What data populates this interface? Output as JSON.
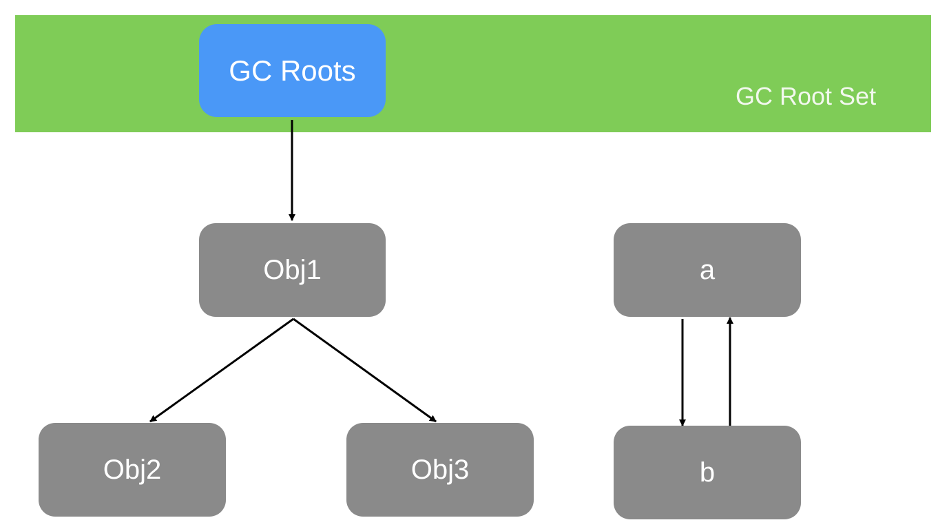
{
  "band": {
    "label": "GC Root Set",
    "color": "#7fcc57"
  },
  "nodes": {
    "gc_roots": "GC Roots",
    "obj1": "Obj1",
    "obj2": "Obj2",
    "obj3": "Obj3",
    "a": "a",
    "b": "b"
  },
  "colors": {
    "root_node": "#4a98f7",
    "object_node": "#8a8a8a",
    "edge": "#000000"
  },
  "edges": [
    {
      "from": "gc_roots",
      "to": "obj1"
    },
    {
      "from": "obj1",
      "to": "obj2"
    },
    {
      "from": "obj1",
      "to": "obj3"
    },
    {
      "from": "a",
      "to": "b"
    },
    {
      "from": "b",
      "to": "a"
    }
  ]
}
